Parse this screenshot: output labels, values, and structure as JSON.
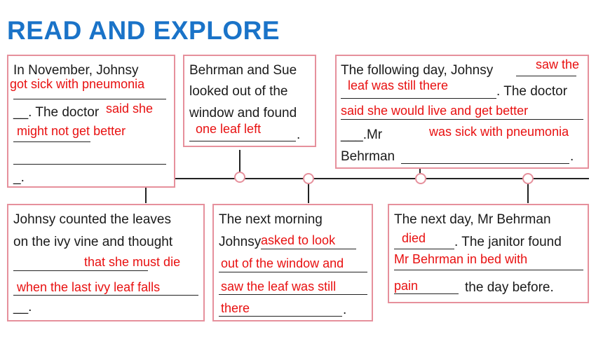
{
  "title": "READ AND EXPLORE",
  "box1": {
    "line1": "In November, Johnsy",
    "fill1": "__. The doctor",
    "end": "_.",
    "answer1": "got sick with pneumonia",
    "answer2a": "said she",
    "answer2b": "might not get better"
  },
  "box2": {
    "line1": "Behrman and Sue",
    "line2": "looked out of the",
    "line3": "window and found",
    "end": ".",
    "answer": "one leaf left"
  },
  "box3": {
    "line1": "The following day, Johnsy",
    "line2": ". The doctor",
    "line4": "___.Mr",
    "line5": "Behrman",
    "end": ".",
    "answer1": "saw the",
    "answer2": "leaf was still there",
    "answer3": "said she would live and get better",
    "answer4": "was sick with pneumonia"
  },
  "box4": {
    "line1": "Johnsy counted the leaves",
    "line2": "on the ivy vine and thought",
    "end": "__.",
    "answer1": "that she must die",
    "answer2": "when the last ivy leaf falls"
  },
  "box5": {
    "line1": "The next morning",
    "line2": "Johnsy",
    "end": ".",
    "answer1": "asked to look",
    "answer2": "out of the window and",
    "answer3": "saw the leaf was still",
    "answer4": "there"
  },
  "box6": {
    "line1": "The next day, Mr Behrman",
    "line2": ". The janitor found",
    "line4": "the day before.",
    "answer1": "died",
    "answer2": "Mr Behrman in bed with",
    "answer3": "pain"
  }
}
